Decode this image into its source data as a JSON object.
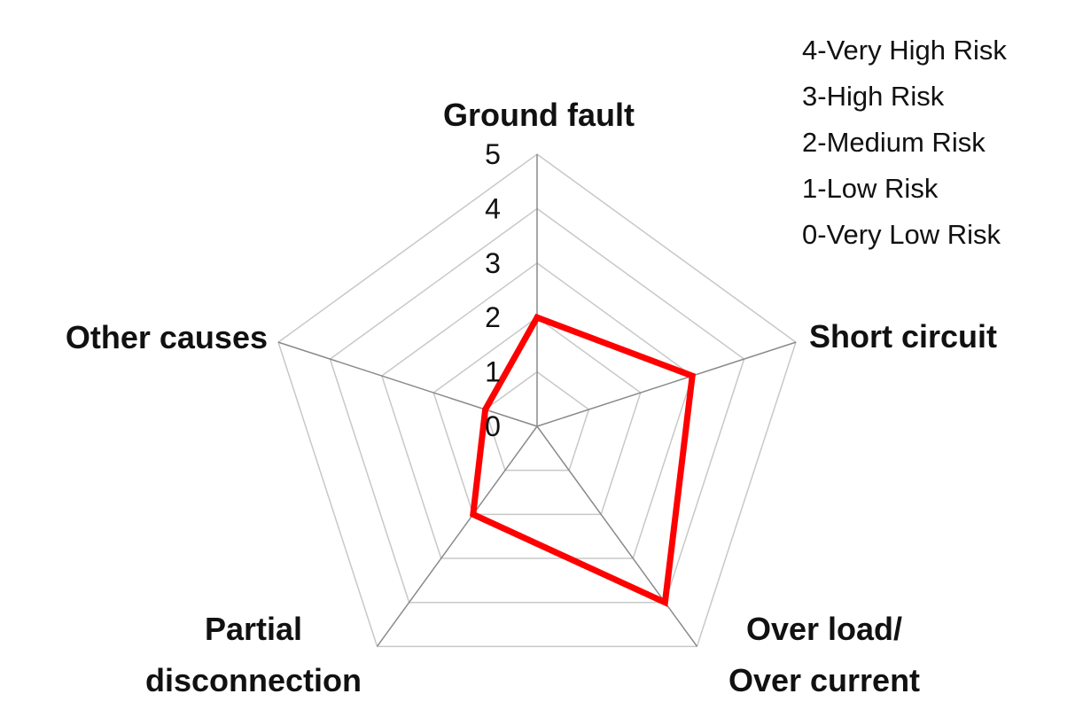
{
  "chart_data": {
    "type": "radar",
    "categories": [
      "Ground fault",
      "Short circuit",
      "Over load/ Over current",
      "Other causes",
      "Partial disconnection"
    ],
    "categories_display": [
      [
        "Ground fault"
      ],
      [
        "Short circuit"
      ],
      [
        "Over load/",
        "Over current"
      ],
      [
        "Other causes"
      ],
      [
        "Partial",
        "disconnection"
      ]
    ],
    "series": [
      {
        "values": [
          2,
          3,
          4,
          1,
          2
        ],
        "color": "#ff0000"
      }
    ],
    "rlim": [
      0,
      5
    ],
    "ticks": [
      "0",
      "1",
      "2",
      "3",
      "4",
      "5"
    ],
    "grid": true,
    "legend": {
      "placement": "top-right",
      "items": [
        "4-Very High Risk",
        "3-High Risk",
        "2-Medium Risk",
        "1-Low Risk",
        "0-Very Low Risk"
      ]
    }
  }
}
